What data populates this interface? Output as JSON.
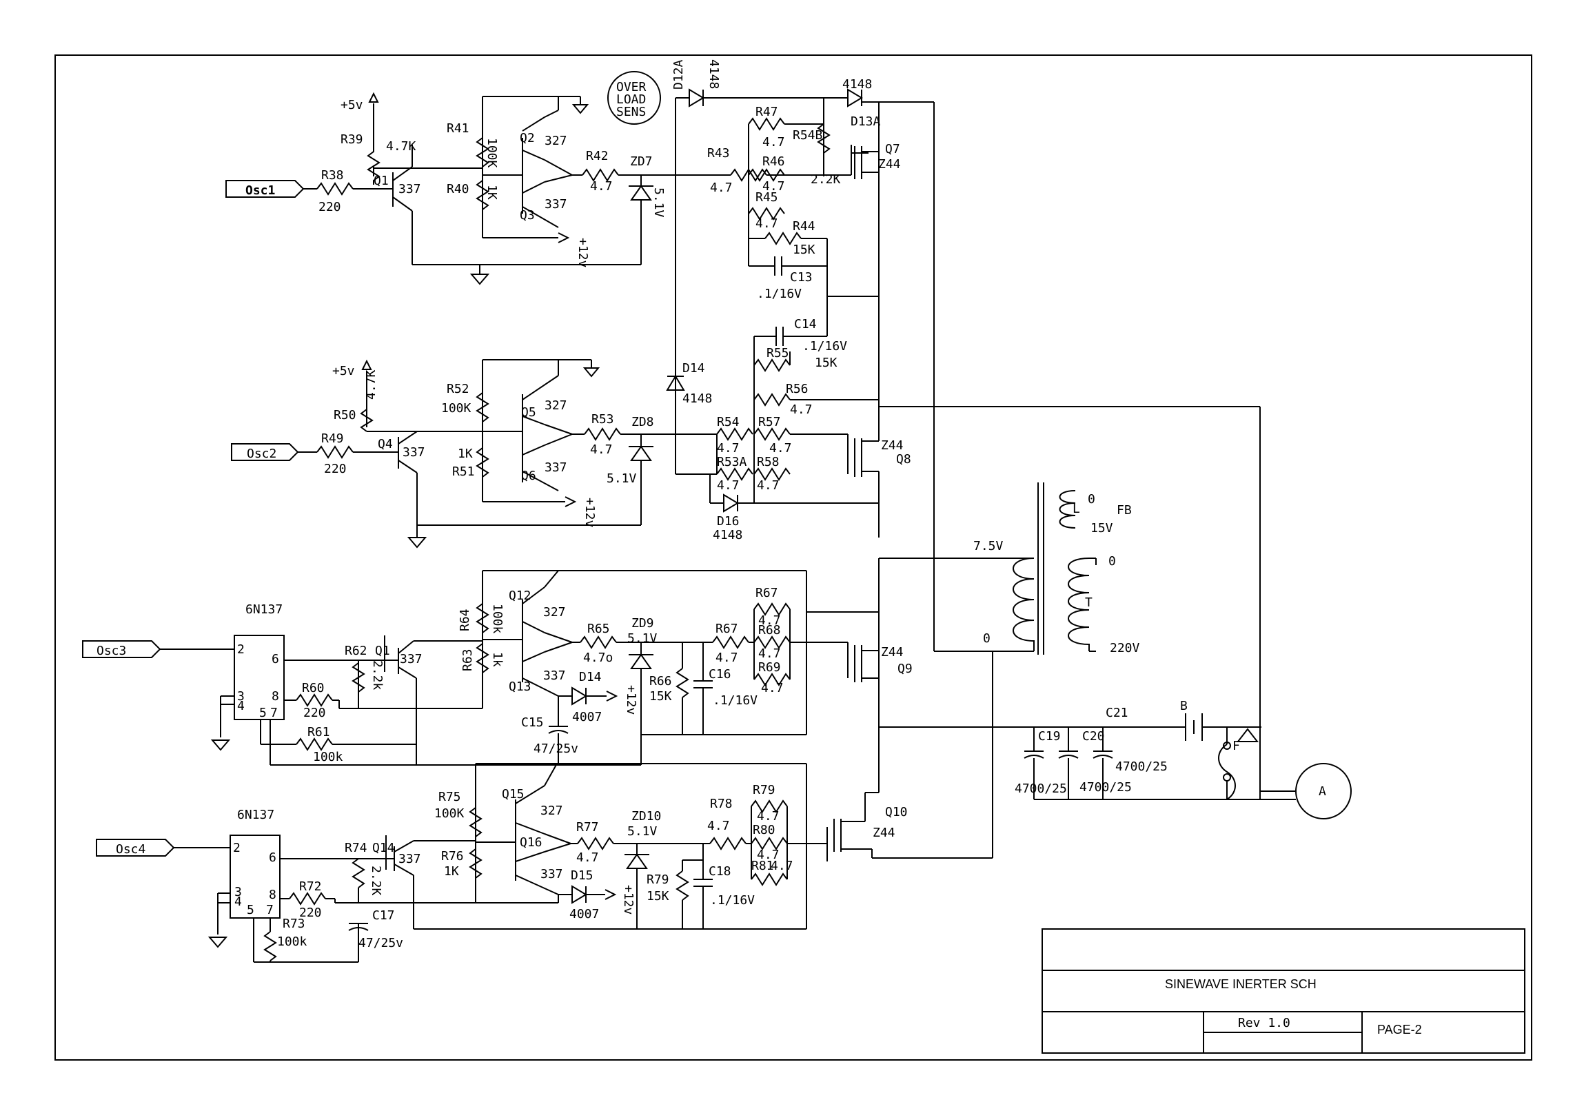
{
  "inputs": {
    "osc1": "Osc1",
    "osc2": "Osc2",
    "osc3": "Osc3",
    "osc4": "Osc4"
  },
  "overload_sens": [
    "OVER",
    "LOAD",
    "SENS"
  ],
  "supply": {
    "plus5": "+5v",
    "plus12": "+12v"
  },
  "components": {
    "R39": "R39",
    "R39v": "4.7K",
    "R38": "R38",
    "R38v": "220",
    "Q1": "Q1",
    "Q1v": "337",
    "R41": "R41",
    "R41v": "100K",
    "R40": "R40",
    "R40v": "1K",
    "Q2": "Q2",
    "Q2v": "327",
    "Q3": "Q3",
    "Q3v": "337",
    "R42": "R42",
    "R42v": "4.7",
    "ZD7": "ZD7",
    "ZD7v": "5.1V",
    "D12A": "D12A",
    "D12Av": "4148",
    "D13A": "D13A",
    "D13Av": "4148",
    "R43": "R43",
    "R43v": "4.7",
    "R47": "R47",
    "R47v": "4.7",
    "R46": "R46",
    "R46v": "4.7",
    "R45": "R45",
    "R45v": "4.7",
    "R54B": "R54B",
    "R54Bv": "2.2K",
    "R44": "R44",
    "R44v": "15K",
    "C13": "C13",
    "C13v": ".1/16V",
    "Q7": "Q7",
    "Q7v": "Z44",
    "C14": "C14",
    "C14v": ".1/16V",
    "R55": "R55",
    "R55v": "15K",
    "D14": "D14",
    "D14v": "4148",
    "R56": "R56",
    "R56v": "4.7",
    "R50": "R50",
    "R50v": "4.7K",
    "R49": "R49",
    "R49v": "220",
    "Q4": "Q4",
    "Q4v": "337",
    "R52": "R52",
    "R52v": "100K",
    "R51": "R51",
    "R51v": "1K",
    "Q5": "Q5",
    "Q5v": "327",
    "Q6": "Q6",
    "Q6v": "337",
    "R53": "R53",
    "R53v": "4.7",
    "ZD8": "ZD8",
    "ZD8v": "5.1V",
    "R54": "R54",
    "R54v": "4.7",
    "R57": "R57",
    "R57v": "4.7",
    "R53A": "R53A",
    "R53Av": "4.7",
    "R58": "R58",
    "R58v": "4.7",
    "D16": "D16",
    "D16v": "4148",
    "Q8": "Q8",
    "Q8v": "Z44",
    "U1": "6N137",
    "Q12": "Q12",
    "Q12v": "327",
    "R64": "R64",
    "R64v": "100k",
    "R63": "R63",
    "R63v": "1k",
    "R62": "R62",
    "R62v": "2.2k",
    "Q11": "Q1",
    "Q11v": "337",
    "R60": "R60",
    "R60v": "220",
    "R61": "R61",
    "R61v": "100k",
    "Q13": "Q13",
    "Q13v": "337",
    "R65": "R65",
    "R65v": "4.7o",
    "ZD9": "ZD9",
    "ZD9v": "5.1V",
    "D14b": "D14",
    "D14bv": "4007",
    "C15": "C15",
    "C15v": "47/25v",
    "R66": "R66",
    "R66v": "15K",
    "C16": "C16",
    "C16v": ".1/16V",
    "R67": "R67",
    "R67v": "4.7",
    "R67b": "R67",
    "R67bv": "4.7",
    "R68": "R68",
    "R68v": "4.7",
    "R69": "R69",
    "R69v": "4.7",
    "Q9": "Q9",
    "Q9v": "Z44",
    "U2": "6N137",
    "R75": "R75",
    "R75v": "100K",
    "R76": "R76",
    "R76v": "1K",
    "Q15": "Q15",
    "Q15v": "327",
    "Q16": "Q16",
    "R74": "R74",
    "Q14": "Q14",
    "Q14v": "337",
    "R74v": "2.2K",
    "R72": "R72",
    "R72v": "220",
    "R73": "R73",
    "R73v": "100k",
    "C17": "C17",
    "C17v": "47/25v",
    "Q17v": "337",
    "R77": "R77",
    "R77v": "4.7",
    "ZD10": "ZD10",
    "ZD10v": "5.1V",
    "D15": "D15",
    "D15v": "4007",
    "R79": "R79",
    "R79v": "15K",
    "C18": "C18",
    "C18v": ".1/16V",
    "R78": "R78",
    "R78v": "4.7",
    "R79b": "R79",
    "R79bv": "4.7",
    "R80": "R80",
    "R80v": "4.7",
    "R81": "R81",
    "R81v": "4.7",
    "Q10": "Q10",
    "Q10v": "Z44",
    "T_primary": "7.5V",
    "T_zero": "0",
    "T_label": "T",
    "T_out0": "0",
    "T_out220": "220V",
    "FB": "FB",
    "FB0": "0",
    "FB_L": "L",
    "FB15": "15V",
    "C19": "C19",
    "C19v": "4700/25",
    "C20": "C20",
    "C20v": "4700/25",
    "C21": "C21",
    "C21v": "4700/25",
    "B": "B",
    "F": "F",
    "A": "A"
  },
  "title_block": {
    "title": "SINEWAVE INERTER SCH",
    "rev": "Rev 1.0",
    "page": "PAGE-2"
  }
}
